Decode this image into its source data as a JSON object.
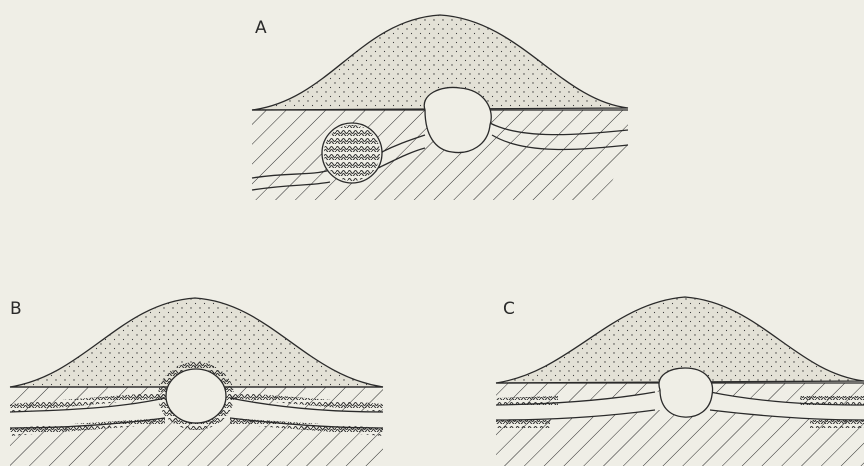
{
  "panels": [
    {
      "label": "A"
    },
    {
      "label": "B"
    },
    {
      "label": "C"
    }
  ],
  "colors": {
    "background": "#efeee6",
    "ink": "#2a2a2a",
    "mound_fill": "#e3e1d6"
  }
}
